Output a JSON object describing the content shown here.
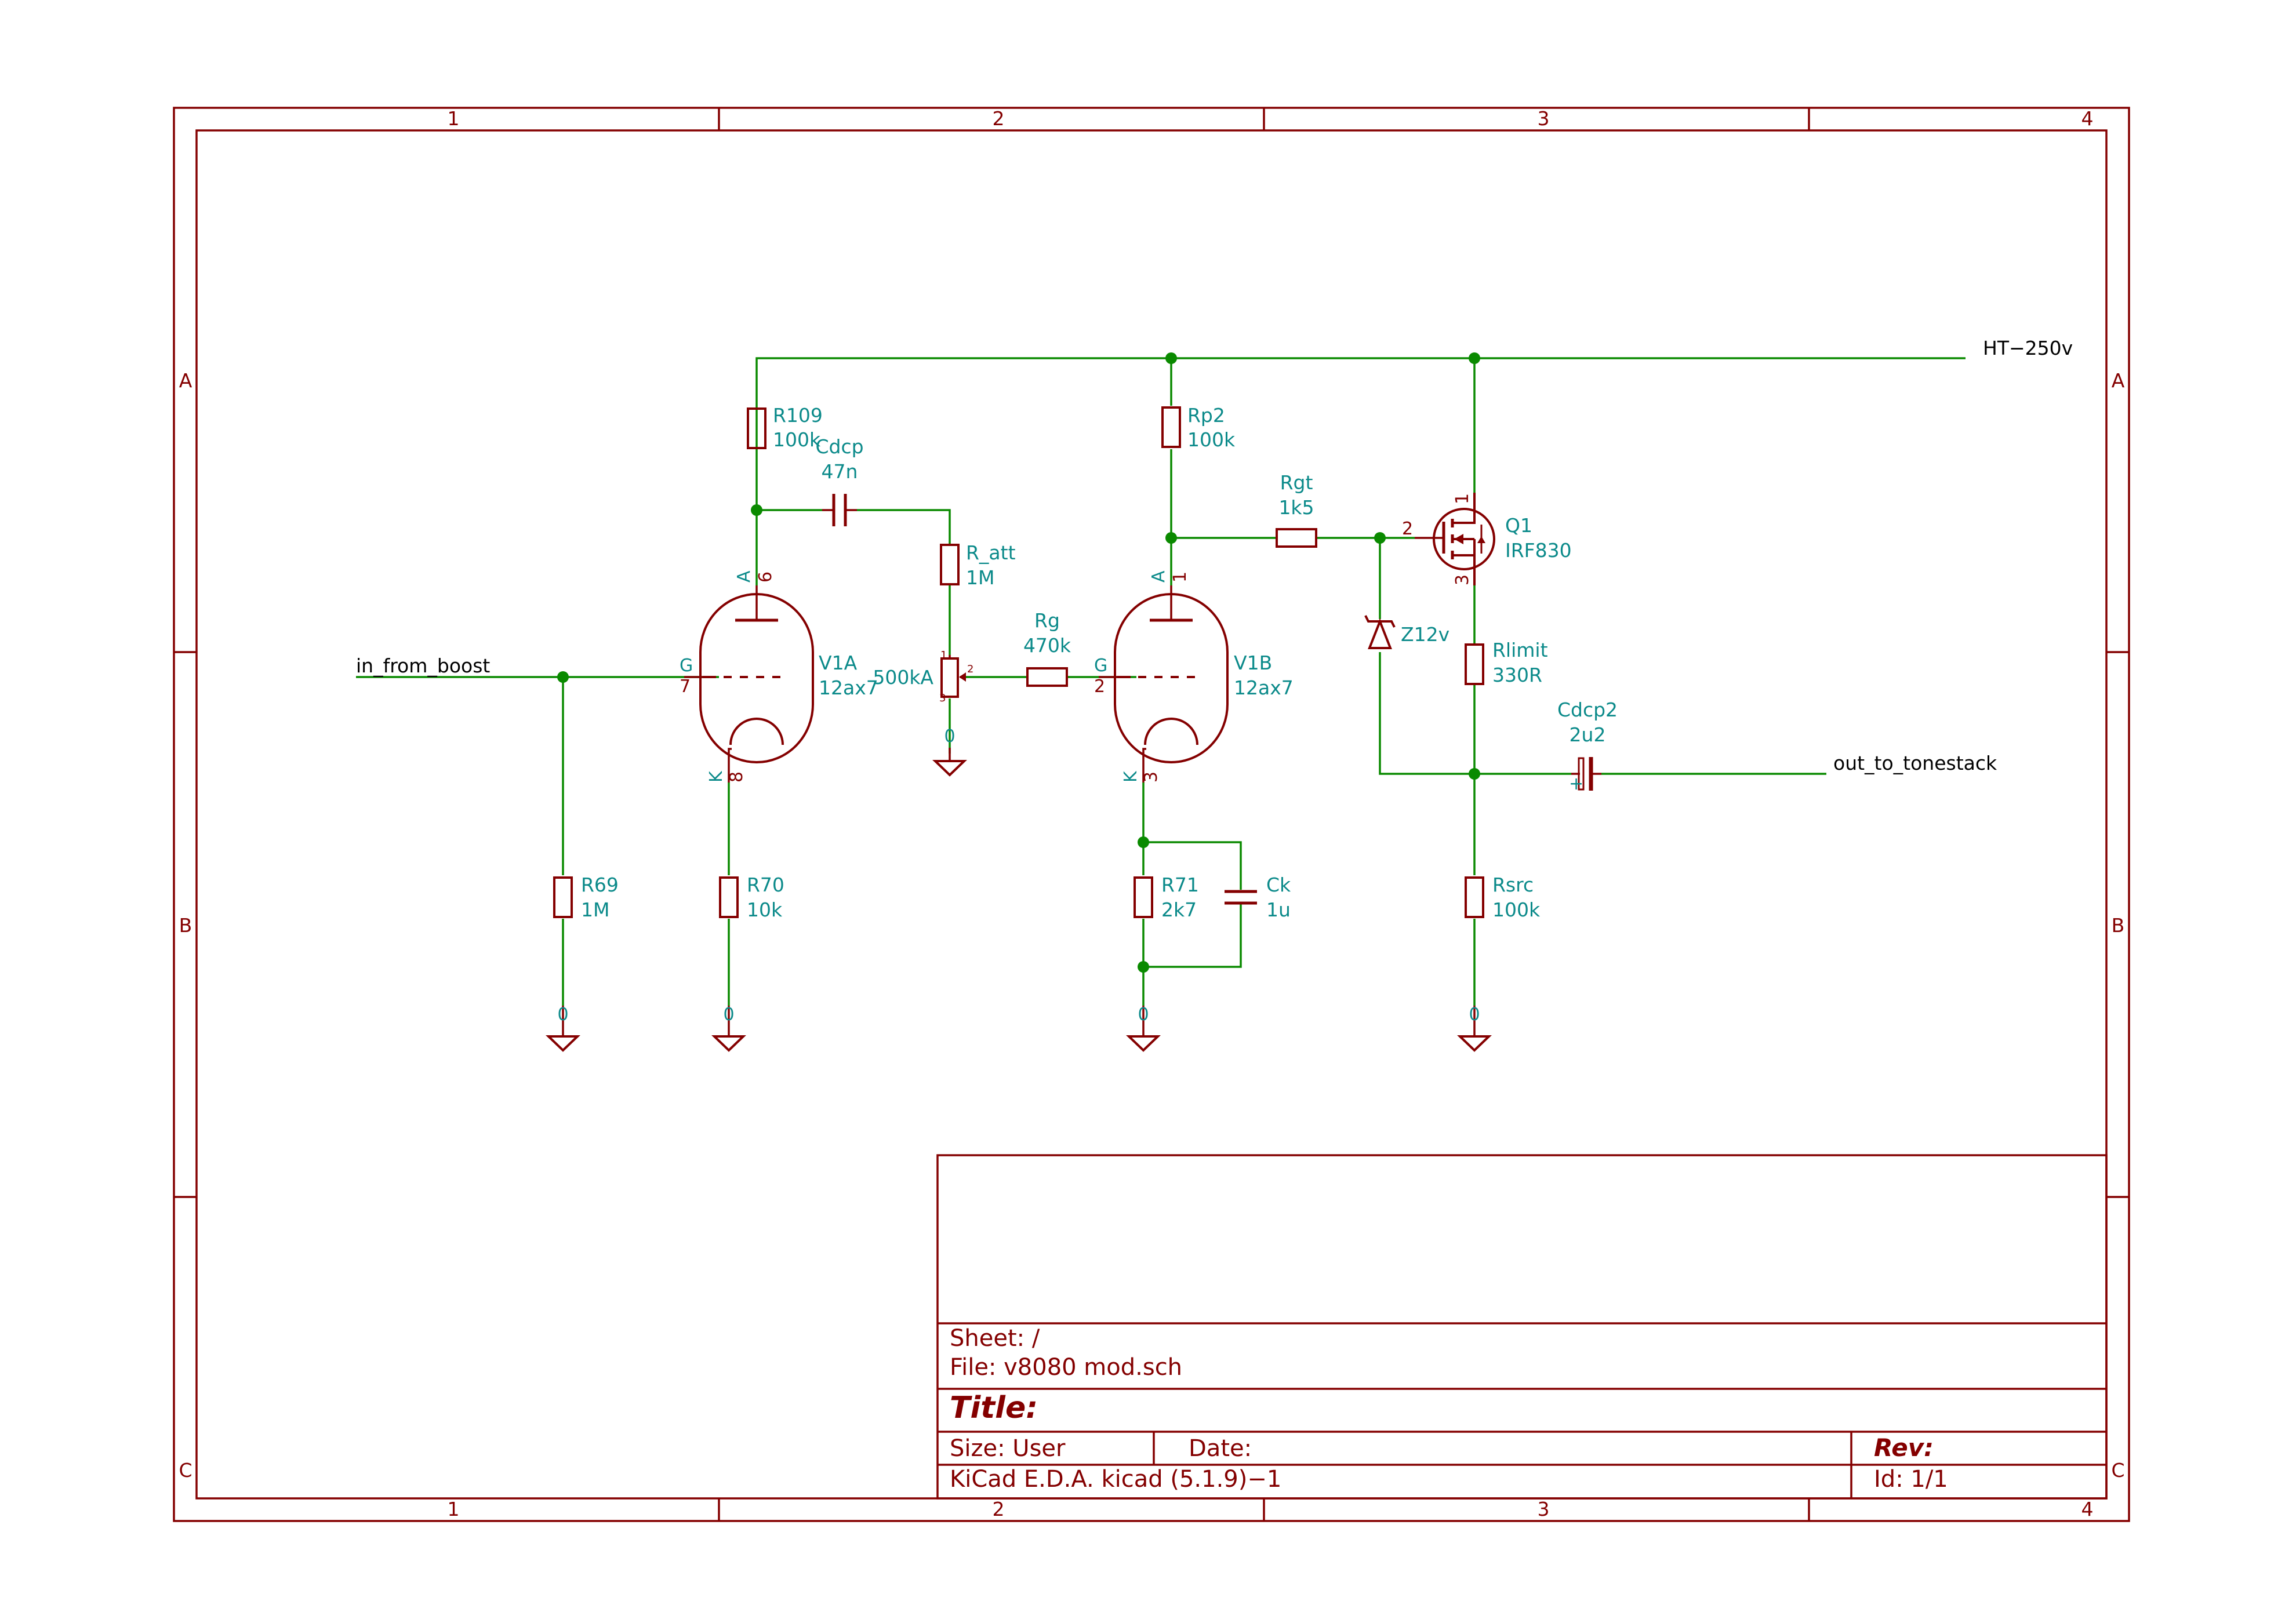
{
  "frame": {
    "columns": [
      "1",
      "2",
      "3",
      "4"
    ],
    "rows": [
      "A",
      "B",
      "C"
    ]
  },
  "nets": {
    "input": "in_from_boost",
    "supply": "HT−250v",
    "output": "out_to_tonestack",
    "ground": "0"
  },
  "components": {
    "r109": {
      "ref": "R109",
      "value": "100k"
    },
    "cdcp": {
      "ref": "Cdcp",
      "value": "47n"
    },
    "r_att": {
      "ref": "R_att",
      "value": "1M"
    },
    "pot": {
      "value": "500kA",
      "pin1": "1",
      "pin2": "2",
      "pin3": "3"
    },
    "rg": {
      "ref": "Rg",
      "value": "470k"
    },
    "rp2": {
      "ref": "Rp2",
      "value": "100k"
    },
    "rgt": {
      "ref": "Rgt",
      "value": "1k5"
    },
    "q1": {
      "ref": "Q1",
      "value": "IRF830",
      "pin_d": "1",
      "pin_g": "2",
      "pin_s": "3"
    },
    "z12": {
      "ref": "Z12v"
    },
    "rlimit": {
      "ref": "Rlimit",
      "value": "330R"
    },
    "cdcp2": {
      "ref": "Cdcp2",
      "value": "2u2",
      "plus": "+"
    },
    "rsrc": {
      "ref": "Rsrc",
      "value": "100k"
    },
    "r69": {
      "ref": "R69",
      "value": "1M"
    },
    "r70": {
      "ref": "R70",
      "value": "10k"
    },
    "r71": {
      "ref": "R71",
      "value": "2k7"
    },
    "ck": {
      "ref": "Ck",
      "value": "1u"
    },
    "v1a": {
      "ref": "V1A",
      "value": "12ax7",
      "pin_a": "A",
      "pin_a_num": "6",
      "pin_g": "G",
      "pin_g_num": "7",
      "pin_k": "K",
      "pin_k_num": "8"
    },
    "v1b": {
      "ref": "V1B",
      "value": "12ax7",
      "pin_a": "A",
      "pin_a_num": "1",
      "pin_g": "G",
      "pin_g_num": "2",
      "pin_k": "K",
      "pin_k_num": "3"
    }
  },
  "title_block": {
    "sheet": "Sheet: /",
    "file": "File: v8080 mod.sch",
    "title": "Title:",
    "size": "Size: User",
    "date": "Date:",
    "rev": "Rev:",
    "tool": "KiCad E.D.A.  kicad (5.1.9)−1",
    "id": "Id: 1/1"
  },
  "colors": {
    "frame": "#840000",
    "wire": "#0a8a00",
    "label": "#0b8a8a"
  }
}
